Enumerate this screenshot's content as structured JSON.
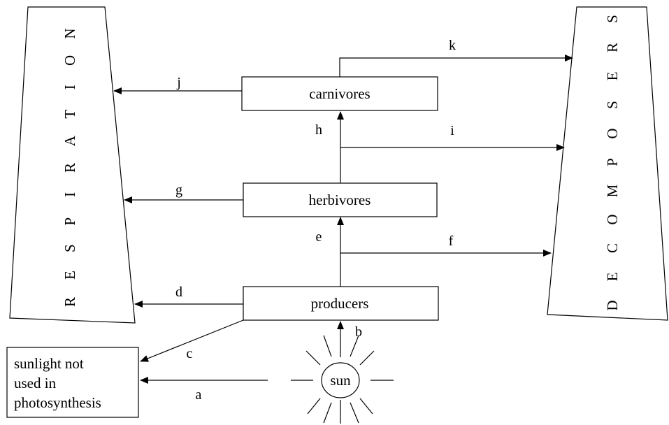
{
  "boxes": {
    "carnivores": "carnivores",
    "herbivores": "herbivores",
    "producers": "producers",
    "sun": "sun",
    "unused_line1": "sunlight not",
    "unused_line2": "used in",
    "unused_line3": "photosynthesis"
  },
  "respiration_letters": [
    "R",
    "E",
    "S",
    "P",
    "I",
    "R",
    "A",
    "T",
    "I",
    "O",
    "N"
  ],
  "decomposers_letters": [
    "D",
    "E",
    "C",
    "O",
    "M",
    "P",
    "O",
    "S",
    "E",
    "R",
    "S"
  ],
  "arrow_labels": {
    "a": "a",
    "b": "b",
    "c": "c",
    "d": "d",
    "e": "e",
    "f": "f",
    "g": "g",
    "h": "h",
    "i": "i",
    "j": "j",
    "k": "k"
  }
}
